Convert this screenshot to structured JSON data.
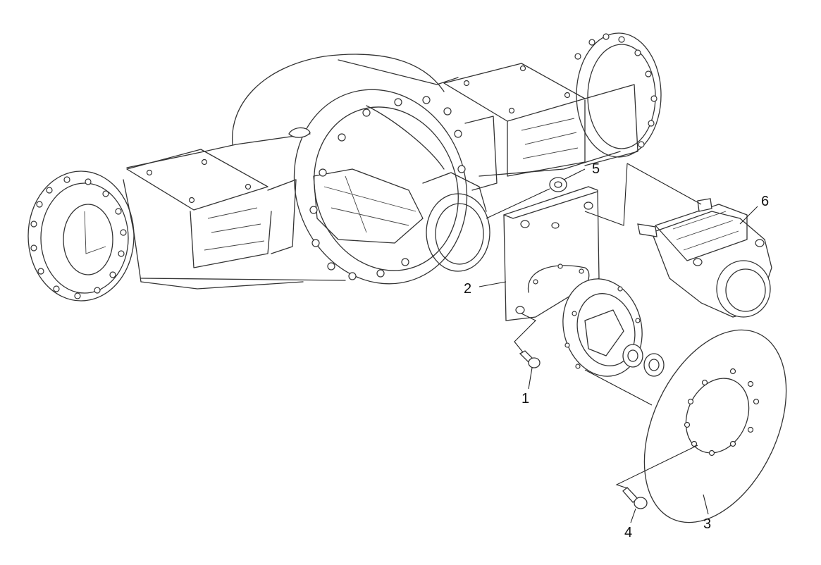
{
  "callouts": [
    {
      "id": "1",
      "label": "1"
    },
    {
      "id": "2",
      "label": "2"
    },
    {
      "id": "3",
      "label": "3"
    },
    {
      "id": "4",
      "label": "4"
    },
    {
      "id": "5",
      "label": "5"
    },
    {
      "id": "6",
      "label": "6"
    }
  ],
  "colors": {
    "line": "#333333",
    "background": "#ffffff"
  }
}
